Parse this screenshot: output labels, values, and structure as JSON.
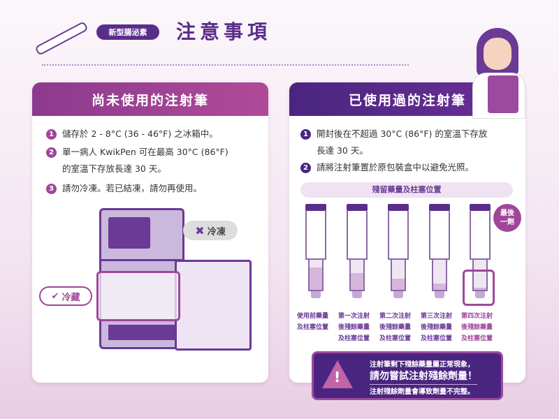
{
  "header": {
    "badge": "新型腸泌素",
    "title": "注意事項"
  },
  "unused": {
    "title": "尚未使用的注射筆",
    "items": [
      {
        "num": "1",
        "text": "儲存於 2 - 8°C (36 - 46°F) 之冰箱中。"
      },
      {
        "num": "2",
        "text": "單一病人 KwikPen 可在最高 30°C (86°F)",
        "text2": "的室溫下存放長達 30 天。"
      },
      {
        "num": "3",
        "text": "請勿冷凍。若已結凍，請勿再使用。"
      }
    ],
    "freeze_label": "冷凍",
    "fridge_label": "冷藏"
  },
  "used": {
    "title": "已使用過的注射筆",
    "items": [
      {
        "num": "1",
        "text": "開封後在不超過 30°C (86°F) 的室溫下存放",
        "text2": "長達 30 天。"
      },
      {
        "num": "2",
        "text": "請將注射筆置於原包裝盒中以避免光照。"
      }
    ],
    "diagram_title": "殘留藥量及柱塞位置",
    "last_dose": "最後一劑",
    "pens": [
      {
        "l1": "使用前藥量",
        "l2": "及柱塞位置",
        "l3": "",
        "fill": 0.75
      },
      {
        "l1": "第一次注射",
        "l2": "後殘餘藥量",
        "l3": "及柱塞位置",
        "fill": 0.55
      },
      {
        "l1": "第二次注射",
        "l2": "後殘餘藥量",
        "l3": "及柱塞位置",
        "fill": 0.38
      },
      {
        "l1": "第三次注射",
        "l2": "後殘餘藥量",
        "l3": "及柱塞位置",
        "fill": 0.2
      },
      {
        "l1": "第四次注射",
        "l2": "後殘餘藥量",
        "l3": "及柱塞位置",
        "fill": 0.08
      }
    ],
    "warning": {
      "line1": "注射筆剩下殘餘藥量屬正常現象，",
      "line2": "請勿嘗試注射殘餘劑量！",
      "line3": "注射殘餘劑量會導致劑量不完整。"
    }
  }
}
